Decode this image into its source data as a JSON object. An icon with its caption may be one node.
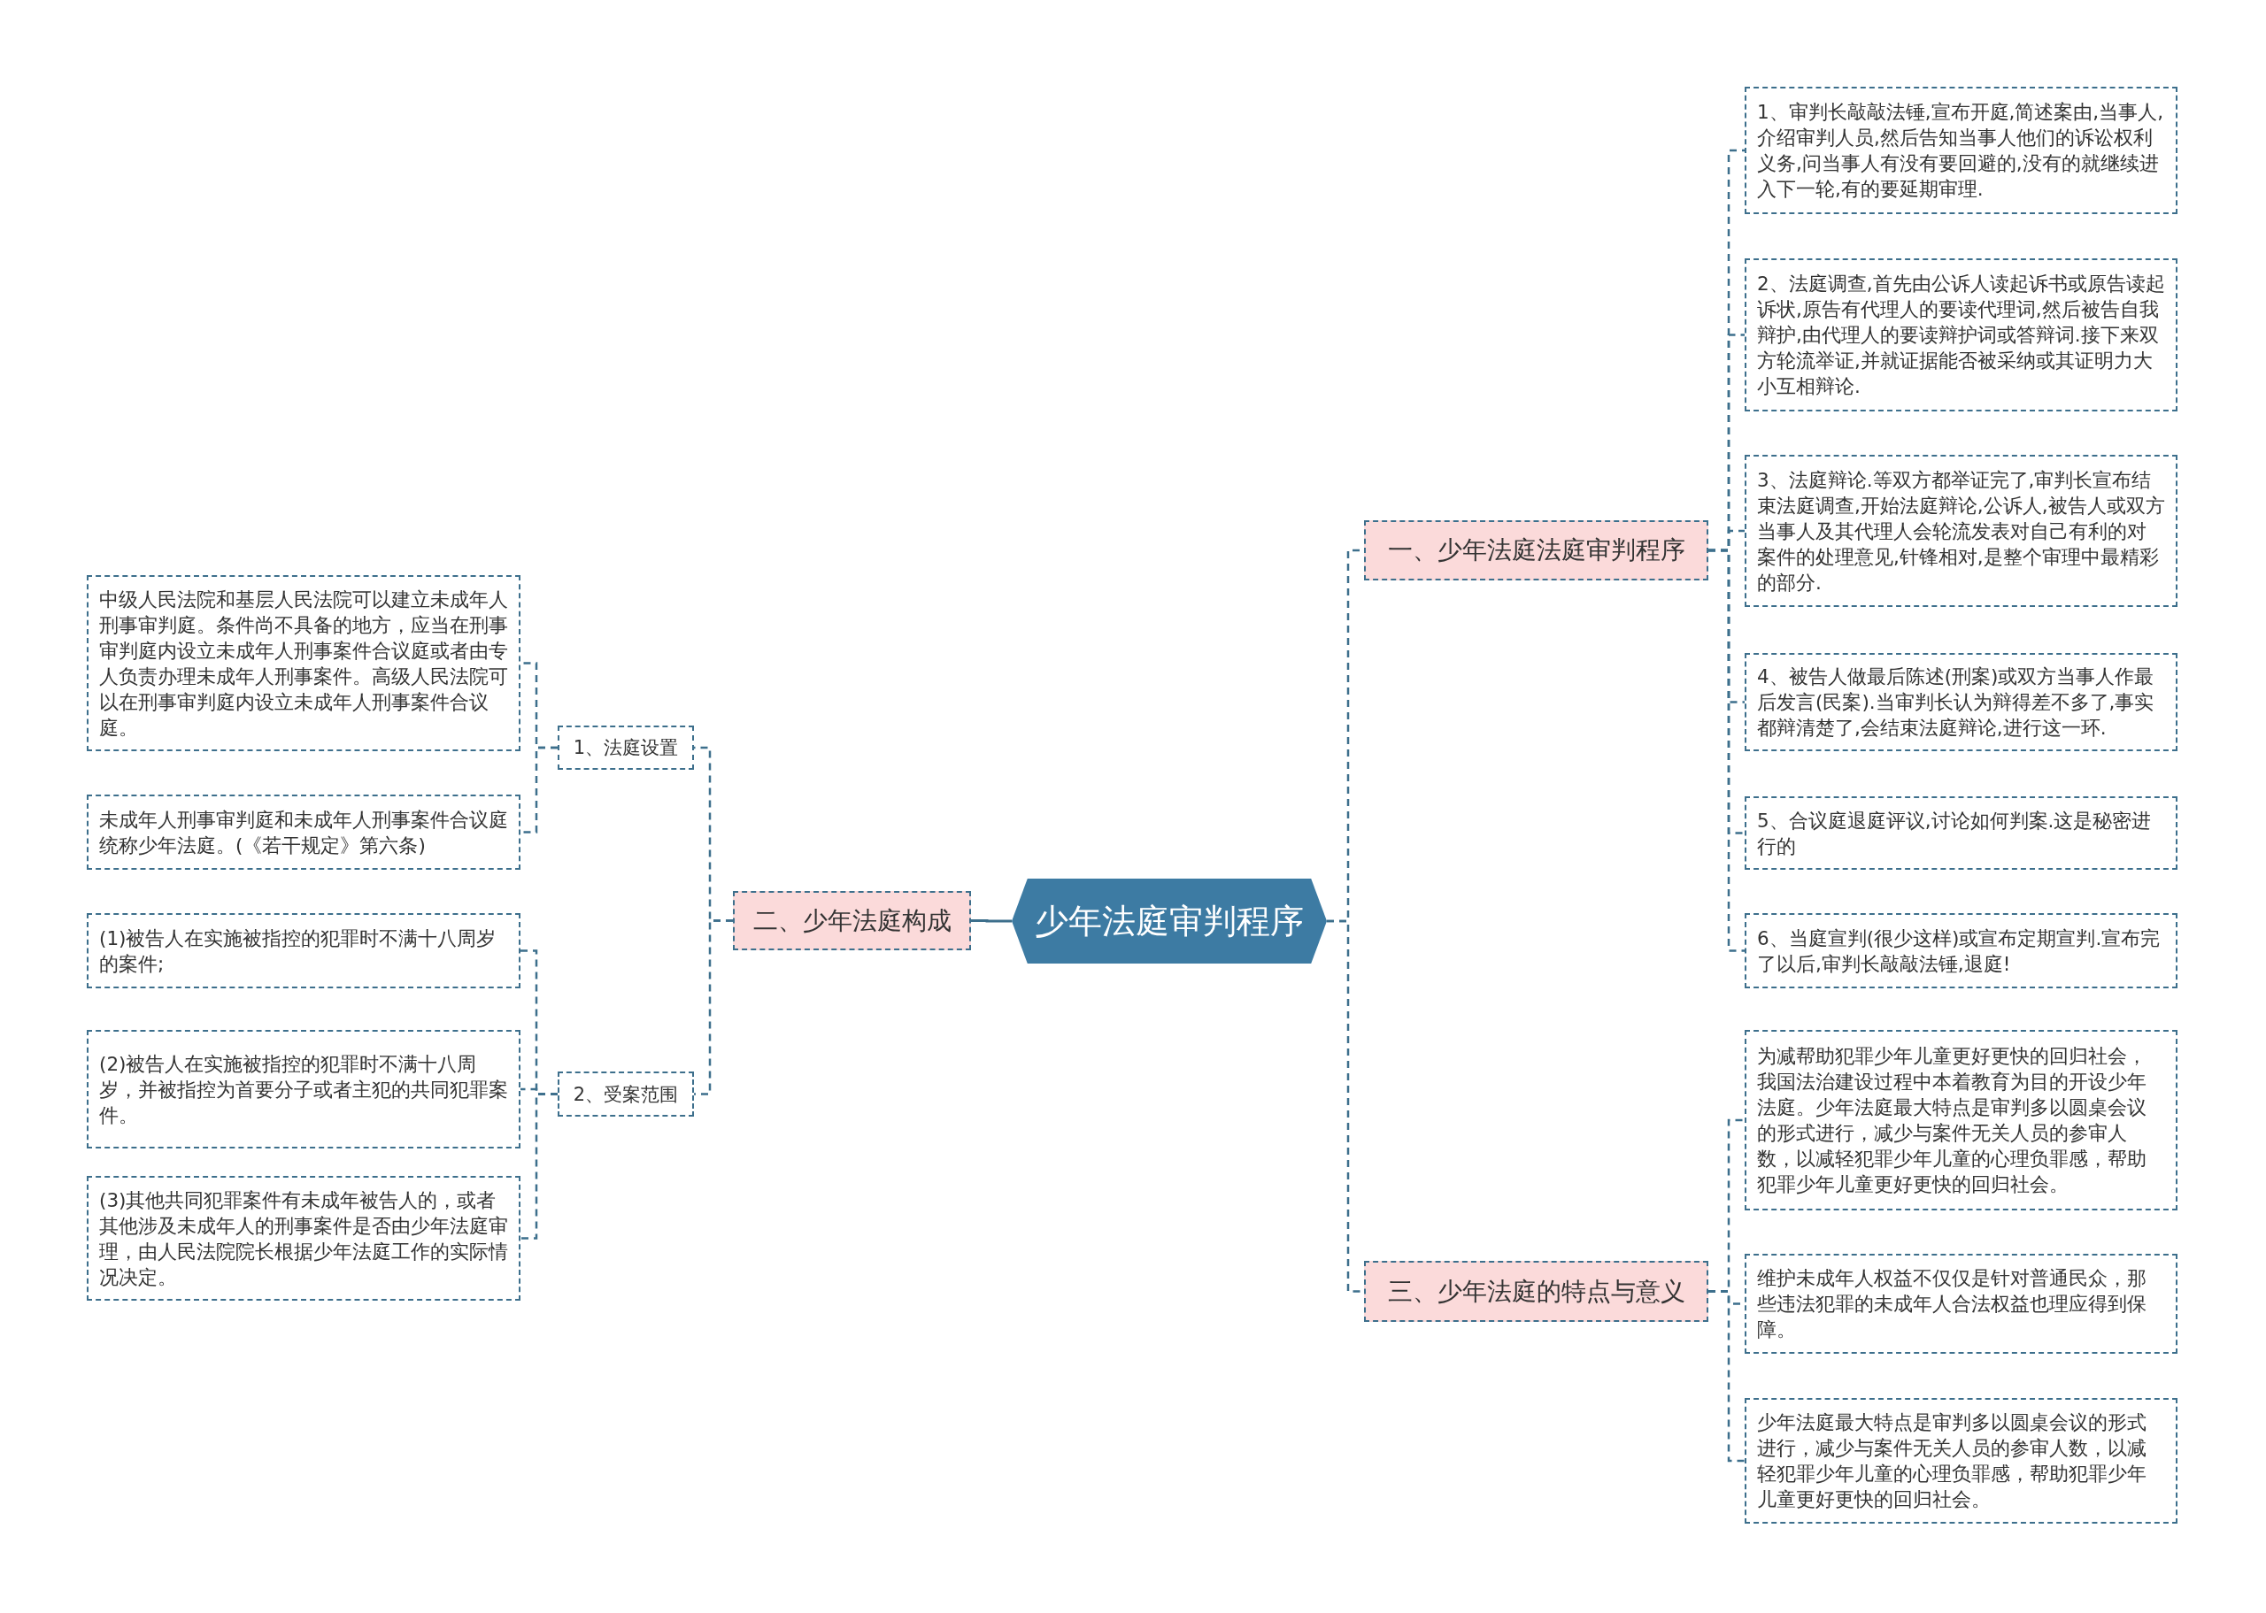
{
  "diagram": {
    "nodes": [
      {
        "text": [
          "少年法庭审判程序"
        ]
      },
      {
        "text": [
          "一、少年法庭法庭审判程序"
        ]
      },
      {
        "text": [
          "1、审判长敲敲法锤,宣布开庭,简述案由,当事人,介绍审判人员,然后告知当事人他们的诉讼权利义务,问当事人有没有要回避的,没有的就继续进入下一轮,有的要延期审理."
        ]
      },
      {
        "text": [
          "2、法庭调查,首先由公诉人读起诉书或原告读起诉状,原告有代理人的要读代理词,然后被告自我辩护,由代理人的要读辩护词或答辩词.接下来双方轮流举证,并就证据能否被采纳或其证明力大小互相辩论."
        ]
      },
      {
        "text": [
          "3、法庭辩论.等双方都举证完了,审判长宣布结束法庭调查,开始法庭辩论,公诉人,被告人或双方当事人及其代理人会轮流发表对自己有利的对案件的处理意见,针锋相对,是整个审理中最精彩的部分."
        ]
      },
      {
        "text": [
          "4、被告人做最后陈述(刑案)或双方当事人作最后发言(民案).当审判长认为辩得差不多了,事实都辩清楚了,会结束法庭辩论,进行这一环."
        ]
      },
      {
        "text": [
          "5、合议庭退庭评议,讨论如何判案.这是秘密进行的"
        ]
      },
      {
        "text": [
          "6、当庭宣判(很少这样)或宣布定期宣判.宣布完了以后,审判长敲敲法锤,退庭!"
        ]
      },
      {
        "text": [
          "二、少年法庭构成"
        ]
      },
      {
        "text": [
          "1、法庭设置"
        ]
      },
      {
        "text": [
          "中级人民法院和基层人民法院可以建立未成年人刑事审判庭。条件尚不具备的地方，应当在刑事审判庭内设立未成年人刑事案件合议庭或者由专人负责办理未成年人刑事案件。高级人民法院可以在刑事审判庭内设立未成年人刑事案件合议庭。"
        ]
      },
      {
        "text": [
          "未成年人刑事审判庭和未成年人刑事案件合议庭统称少年法庭。(《若干规定》第六条)"
        ]
      },
      {
        "text": [
          "2、受案范围"
        ]
      },
      {
        "text": [
          "(1)被告人在实施被指控的犯罪时不满十八周岁的案件;"
        ]
      },
      {
        "text": [
          "(2)被告人在实施被指控的犯罪时不满十八周岁，并被指控为首要分子或者主犯的共同犯罪案件。"
        ]
      },
      {
        "text": [
          "(3)其他共同犯罪案件有未成年被告人的，或者其他涉及未成年人的刑事案件是否由少年法庭审理，由人民法院院长根据少年法庭工作的实际情况决定。"
        ]
      },
      {
        "text": [
          "三、少年法庭的特点与意义"
        ]
      },
      {
        "text": [
          "为减帮助犯罪少年儿童更好更快的回归社会，我国法治建设过程中本着教育为目的开设少年法庭。少年法庭最大特点是审判多以圆桌会议的形式进行，减少与案件无关人员的参审人数，以减轻犯罪少年儿童的心理负罪感，帮助犯罪少年儿童更好更快的回归社会。"
        ]
      },
      {
        "text": [
          "维护未成年人权益不仅仅是针对普通民众，那些违法犯罪的未成年人合法权益也理应得到保障。"
        ]
      },
      {
        "text": [
          "少年法庭最大特点是审判多以圆桌会议的形式进行，减少与案件无关人员的参审人数，以减轻犯罪少年儿童的心理负罪感，帮助犯罪少年儿童更好更快的回归社会。"
        ]
      }
    ],
    "edges": [
      {
        "from": 0,
        "to": 1,
        "arrow": "none",
        "style": "dashed"
      },
      {
        "from": 1,
        "to": 2,
        "arrow": "none",
        "style": "dashed"
      },
      {
        "from": 1,
        "to": 3,
        "arrow": "none",
        "style": "dashed"
      },
      {
        "from": 1,
        "to": 4,
        "arrow": "none",
        "style": "dashed"
      },
      {
        "from": 1,
        "to": 5,
        "arrow": "none",
        "style": "dashed"
      },
      {
        "from": 1,
        "to": 6,
        "arrow": "none",
        "style": "dashed"
      },
      {
        "from": 1,
        "to": 7,
        "arrow": "none",
        "style": "dashed"
      },
      {
        "from": 0,
        "to": 8,
        "arrow": "none"
      },
      {
        "from": 8,
        "to": 9,
        "arrow": "none",
        "style": "dashed"
      },
      {
        "from": 9,
        "to": 10,
        "arrow": "none",
        "style": "dashed"
      },
      {
        "from": 9,
        "to": 11,
        "arrow": "none",
        "style": "dashed"
      },
      {
        "from": 8,
        "to": 12,
        "arrow": "none",
        "style": "dashed"
      },
      {
        "from": 12,
        "to": 13,
        "arrow": "none",
        "style": "dashed"
      },
      {
        "from": 12,
        "to": 14,
        "arrow": "none",
        "style": "dashed"
      },
      {
        "from": 12,
        "to": 15,
        "arrow": "none",
        "style": "dashed"
      },
      {
        "from": 0,
        "to": 16,
        "arrow": "none",
        "style": "dashed"
      },
      {
        "from": 16,
        "to": 17,
        "arrow": "none",
        "style": "dashed"
      },
      {
        "from": 16,
        "to": 18,
        "arrow": "none",
        "style": "dashed"
      },
      {
        "from": 16,
        "to": 19,
        "arrow": "none",
        "style": "dashed"
      }
    ]
  }
}
